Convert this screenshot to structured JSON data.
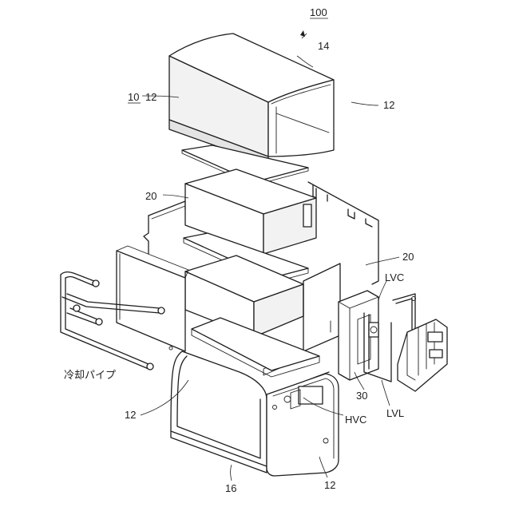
{
  "figure": {
    "assembly_ref": "100",
    "labels": {
      "l_10": "10",
      "l_12_top_left": "12",
      "l_14": "14",
      "l_12_top_right": "12",
      "l_20_upper": "20",
      "l_20_lower": "20",
      "l_lvc": "LVC",
      "l_pipe": "冷却パイプ",
      "l_12_left_frame": "12",
      "l_30": "30",
      "l_lvl": "LVL",
      "l_hvc": "HVC",
      "l_16": "16",
      "l_12_bottom": "12"
    }
  }
}
